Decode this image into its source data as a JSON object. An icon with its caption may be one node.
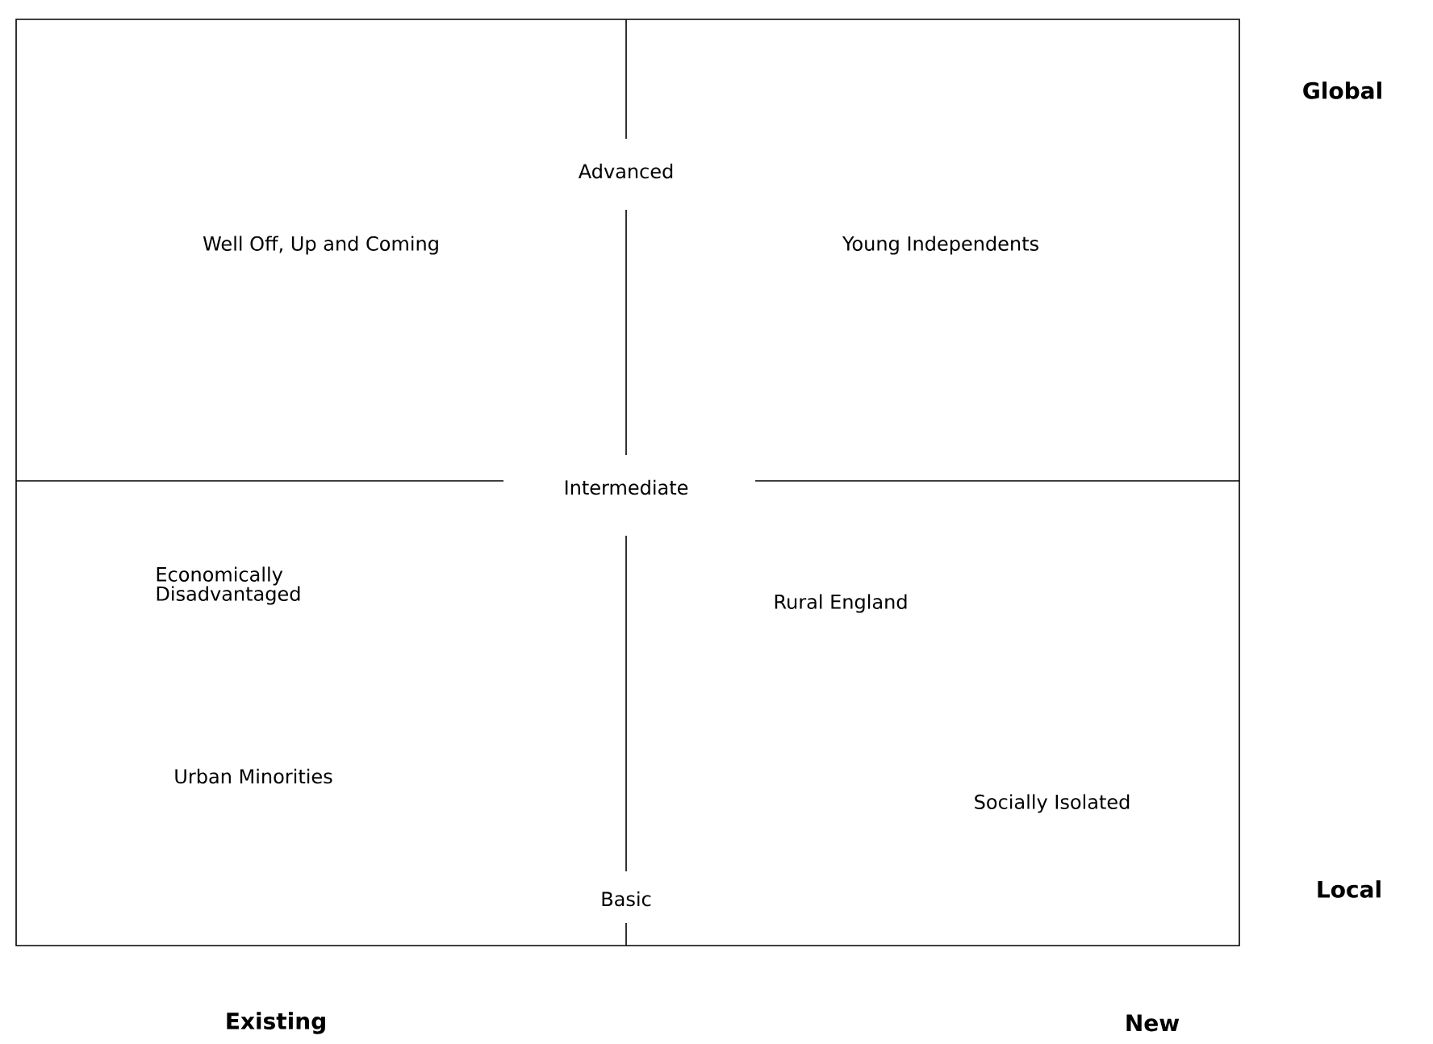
{
  "diagram": {
    "labels": [
      "Global",
      "Advanced",
      "Well Off, Up and Coming",
      "Young Independents",
      "Intermediate",
      "Economically Disadvantaged",
      "Rural England",
      "Urban Minorities",
      "Socially Isolated",
      "Basic",
      "Local",
      "Existing",
      "New"
    ]
  }
}
